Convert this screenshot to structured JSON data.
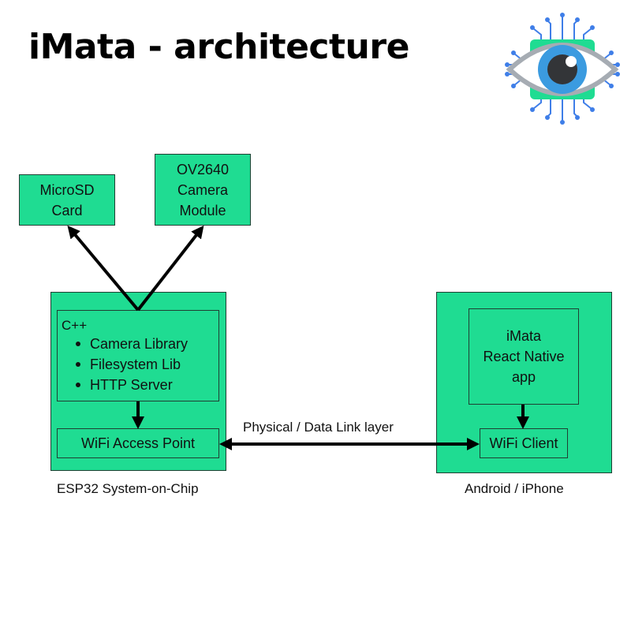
{
  "title": "iMata - architecture",
  "microsd": {
    "line1": "MicroSD",
    "line2": "Card"
  },
  "camera": {
    "line1": "OV2640",
    "line2": "Camera",
    "line3": "Module"
  },
  "esp32": {
    "lang": "C++",
    "features": [
      "Camera Library",
      "Filesystem Lib",
      "HTTP Server"
    ],
    "wifi": "WiFi Access Point",
    "caption": "ESP32 System-on-Chip"
  },
  "phone": {
    "app": {
      "line1": "iMata",
      "line2": "React Native",
      "line3": "app"
    },
    "wifi": "WiFi Client",
    "caption": "Android / iPhone"
  },
  "link_label": "Physical / Data Link layer",
  "colors": {
    "box": "#1fdc92",
    "border": "#1f4033",
    "arrow": "#000000",
    "logo_green": "#1fdc92",
    "logo_blue": "#3b9be0",
    "logo_circuit": "#3f7ee8"
  }
}
